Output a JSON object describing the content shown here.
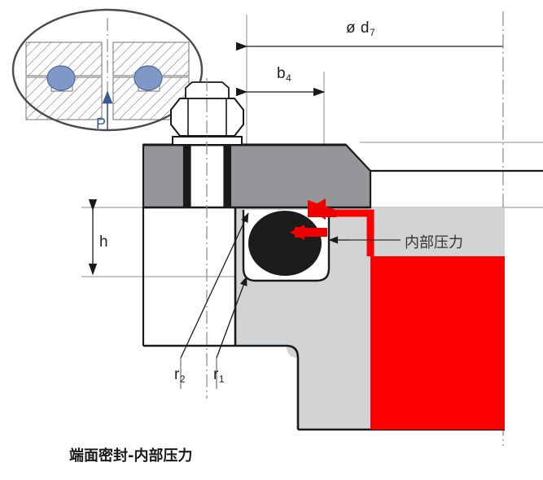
{
  "diagram": {
    "caption": "端面密封-内部压力",
    "pressure_label": "内部压力",
    "detail_pressure_label": "P",
    "dimensions": {
      "diameter": {
        "symbol": "ø d",
        "subscript": "7",
        "name": "diameter-d7"
      },
      "width": {
        "symbol": "b",
        "subscript": "4",
        "name": "width-b4"
      },
      "height": {
        "symbol": "h",
        "subscript": "",
        "name": "height-h"
      },
      "radius_outer": {
        "symbol": "r",
        "subscript": "2",
        "name": "radius-r2"
      },
      "radius_inner": {
        "symbol": "r",
        "subscript": "1",
        "name": "radius-r1"
      }
    },
    "colors": {
      "pressure_red": "#fc0000",
      "arrow_red": "#ee0000",
      "flange_gray": "#949699",
      "body_gray": "#d2d3d5",
      "oring_black": "#1c1c1c",
      "oring_blue": "#8098c8",
      "oring_blue_stroke": "#4a6aa0",
      "line_black": "#1a1a1a",
      "thin_line": "#808080",
      "detail_outline": "#4a4a4a",
      "p_blue": "#3a5a8c"
    }
  }
}
